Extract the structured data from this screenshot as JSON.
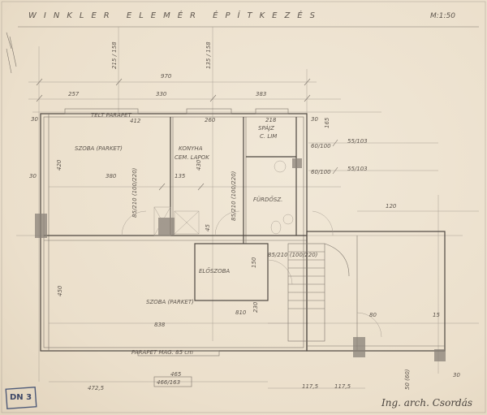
{
  "title": {
    "text": "WINKLER ELEMÉR ÉPÍTKEZÉS",
    "scale": "M:1:50"
  },
  "rooms": {
    "szoba1": "SZOBA (PARKET)",
    "konyha": "KONYHA",
    "konyha_floor": "CEM. LAPOK",
    "spajz": "SPÁJZ",
    "spajz_sub": "C. LIM",
    "furdo": "FÜRDŐSZ.",
    "eloszoba": "ELŐSZOBA",
    "szoba2": "SZOBA (PARKET)",
    "telt_parapet": "TELT PARAPET",
    "parapet_mag": "PARAPET MAG. 85 cm"
  },
  "dims": {
    "total": "970",
    "d257": "257",
    "d330": "330",
    "d383": "383",
    "d215_158": "215 / 158",
    "d135_158": "135 / 158",
    "d412": "412",
    "d260": "260",
    "d218": "218",
    "d30a": "30",
    "d30b": "30",
    "d165": "165",
    "d380": "380",
    "d135": "135",
    "d430": "430",
    "d420": "420",
    "d30c": "30",
    "w1": "60/100",
    "w2": "55/103",
    "w3": "60/100",
    "w4": "55/103",
    "d120": "120",
    "door1": "85/210 (100/220)",
    "door2": "85/210 (100/220)",
    "door3": "85/210 (100/220)",
    "d150": "150",
    "d45": "45",
    "d810": "810",
    "d838": "838",
    "d230": "230",
    "d15": "15",
    "d80": "80",
    "d450": "450",
    "d465": "465",
    "win": "466/163",
    "d4725": "472,5",
    "d1175a": "117,5",
    "d1175b": "117,5",
    "d5060": "50 (60)",
    "d30d": "30"
  },
  "stamp": {
    "text": "DN 3"
  },
  "signature": "Ing. arch. Csordás"
}
